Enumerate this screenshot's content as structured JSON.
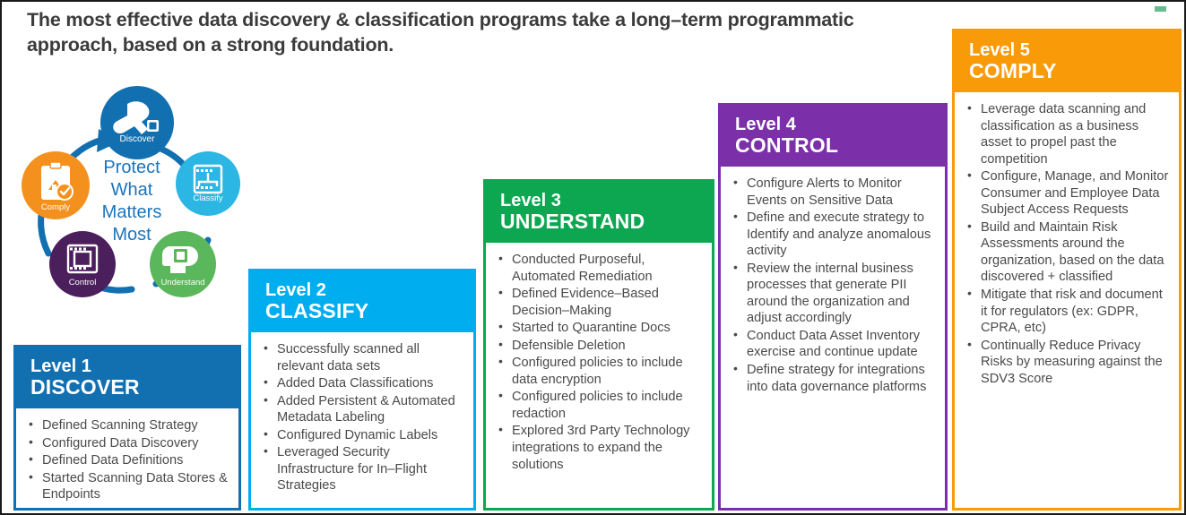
{
  "headline": "The most effective data discovery & classification programs take a long–term programmatic approach, based on a strong foundation.",
  "wheel": {
    "center_lines": [
      "Protect",
      "What",
      "Matters",
      "Most"
    ],
    "center_text_color": "#1B75BC",
    "nodes": [
      {
        "label": "Discover",
        "color": "#1270B0",
        "icon": "magnifier-dog-icon"
      },
      {
        "label": "Classify",
        "color": "#2BB6E4",
        "icon": "chip-hierarchy-icon"
      },
      {
        "label": "Understand",
        "color": "#5BB75B",
        "icon": "head-chip-icon"
      },
      {
        "label": "Control",
        "color": "#4B1E5C",
        "icon": "chip-frame-icon"
      },
      {
        "label": "Comply",
        "color": "#F4911E",
        "icon": "clipboard-check-icon"
      }
    ]
  },
  "levels": [
    {
      "level": "Level 1",
      "name": "DISCOVER",
      "color": "#1270B0",
      "items": [
        "Defined Scanning Strategy",
        "Configured Data Discovery",
        "Defined Data Definitions",
        "Started Scanning Data Stores & Endpoints"
      ]
    },
    {
      "level": "Level 2",
      "name": "CLASSIFY",
      "color": "#00AEEF",
      "items": [
        "Successfully scanned all relevant data sets",
        "Added Data Classifications",
        "Added Persistent & Automated Metadata Labeling",
        "Configured Dynamic Labels",
        "Leveraged Security Infrastructure for In–Flight Strategies"
      ]
    },
    {
      "level": "Level 3",
      "name": "UNDERSTAND",
      "color": "#0CA750",
      "items": [
        "Conducted Purposeful, Automated Remediation",
        "Defined Evidence–Based Decision–Making",
        "Started to Quarantine Docs",
        "Defensible Deletion",
        "Configured policies to include data encryption",
        "Configured policies to include redaction",
        "Explored 3rd Party Technology integrations to expand the solutions"
      ]
    },
    {
      "level": "Level 4",
      "name": "CONTROL",
      "color": "#7B2FA8",
      "items": [
        "Configure Alerts to Monitor Events on Sensitive Data",
        "Define and execute strategy to Identify and analyze anomalous activity",
        "Review the internal business processes that generate PII around the organization and adjust accordingly",
        "Conduct Data Asset Inventory exercise and continue update",
        "Define strategy for integrations into data governance platforms"
      ]
    },
    {
      "level": "Level 5",
      "name": "COMPLY",
      "color": "#F99B08",
      "items": [
        "Leverage data scanning and classification as a business asset to propel past the competition",
        "Configure, Manage, and Monitor Consumer and Employee Data Subject Access Requests",
        "Build and Maintain Risk Assessments around the organization, based on the data discovered + classified",
        "Mitigate that risk and document it for regulators (ex: GDPR, CPRA, etc)",
        "Continually Reduce Privacy Risks by measuring against the SDV3 Score"
      ]
    }
  ]
}
